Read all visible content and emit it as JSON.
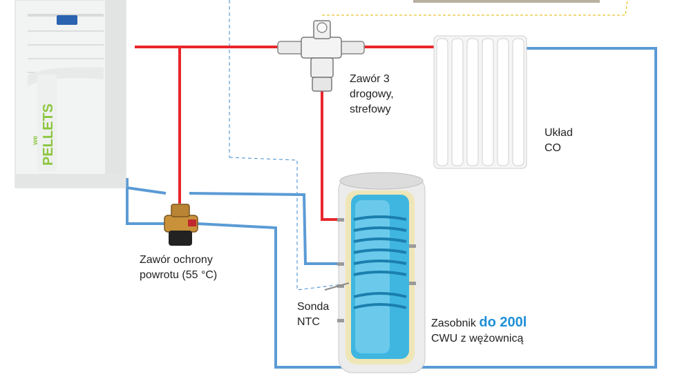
{
  "labels": {
    "valve3": [
      "Zawór 3",
      "drogowy,",
      "strefowy"
    ],
    "co": [
      "Układ",
      "CO"
    ],
    "return_valve": [
      "Zawór ochrony",
      "powrotu (55 °C)"
    ],
    "sensor": [
      "Sonda",
      "NTC"
    ],
    "tank_prefix": "Zasobnik",
    "tank_capacity": "do 200l",
    "tank_desc": "CWU z wężownicą"
  },
  "boiler": {
    "logo_brand": "PELLETS",
    "logo_prefix": "we"
  },
  "colors": {
    "supply_pipe": "#e8262b",
    "return_pipe": "#5b9bd5",
    "control_dashed": "#5b9bd5",
    "zone_dashed": "#e6c229",
    "accent_text": "#1f8fd6",
    "logo_green": "#8cc63f"
  }
}
